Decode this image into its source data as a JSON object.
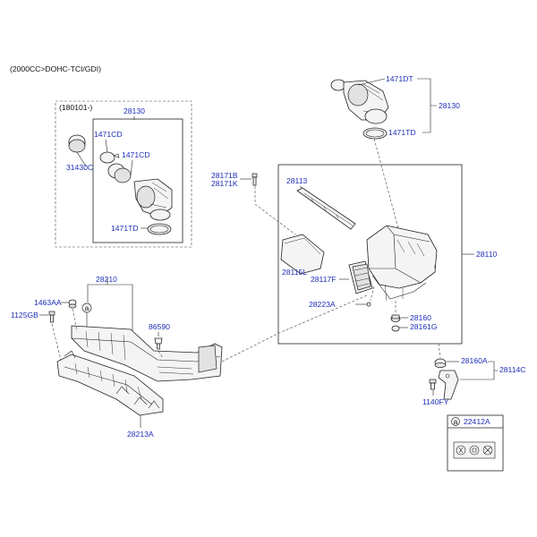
{
  "header": {
    "engine_label": "(2000CC>DOHC-TCI/GDI)"
  },
  "variant_box": {
    "date_label": "(180101-)"
  },
  "labels": {
    "p28130_left": "28130",
    "p1471CD_a": "1471CD",
    "p1471CD_b": "1471CD",
    "p31430C": "31430C",
    "p1471TD_left": "1471TD",
    "p1471DT": "1471DT",
    "p28130_right": "28130",
    "p1471TD_right": "1471TD",
    "p28171B": "28171B",
    "p28171K": "28171K",
    "p28113": "28113",
    "p28110": "28110",
    "p28115L": "28115L",
    "p28117F": "28117F",
    "p28223A": "28223A",
    "p28160": "28160",
    "p28161G": "28161G",
    "p28210": "28210",
    "p1463AA": "1463AA",
    "p1125GB": "1125GB",
    "p86590": "86590",
    "p28213A": "28213A",
    "p28160A": "28160A",
    "p28114C": "28114C",
    "p1140FY": "1140FY"
  },
  "callout": {
    "letter": "a",
    "letter_inline": "a",
    "part_no": "22412A"
  }
}
